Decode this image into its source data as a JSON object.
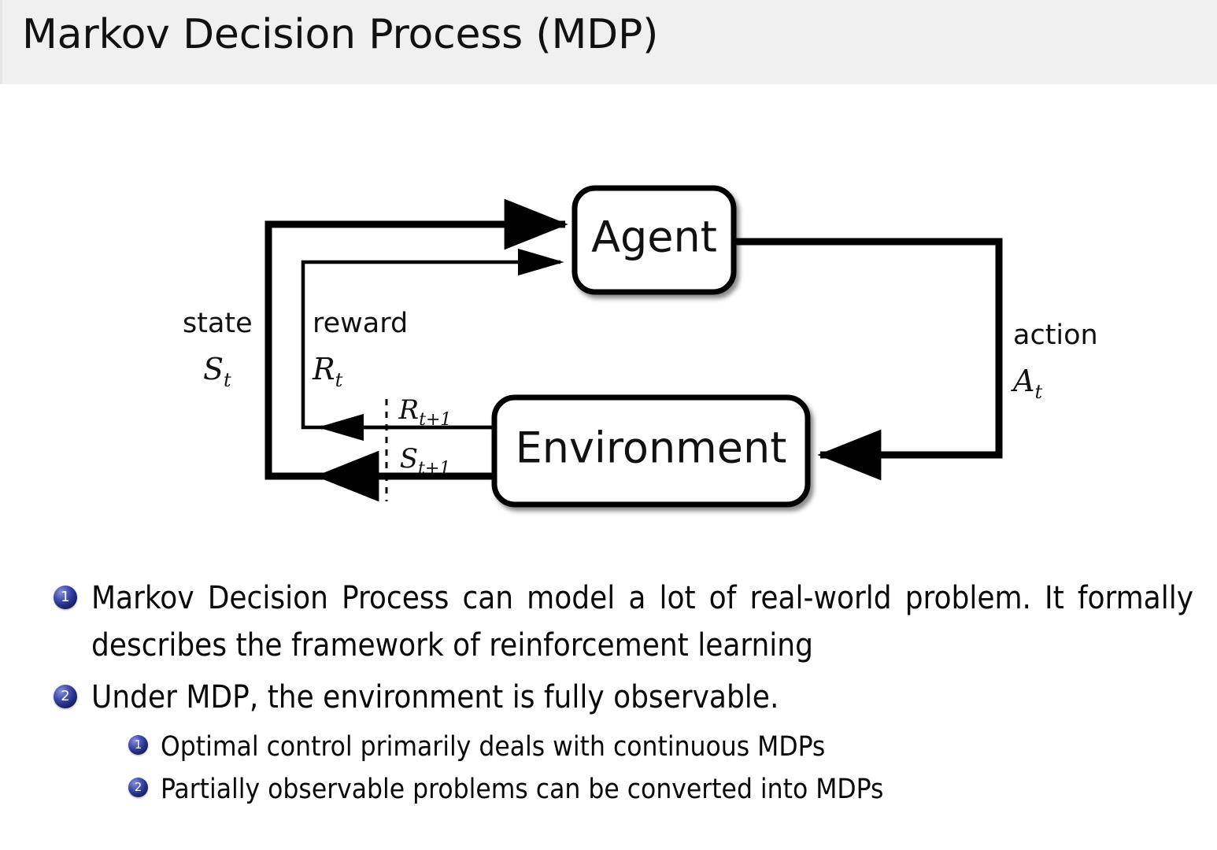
{
  "header": {
    "title": "Markov Decision Process (MDP)",
    "background_color": "#f0f0f0"
  },
  "diagram": {
    "name": "agent-environment-interaction-loop",
    "nodes": [
      {
        "id": "agent",
        "label": "Agent"
      },
      {
        "id": "environment",
        "label": "Environment"
      }
    ],
    "labels": {
      "state_word": "state",
      "state_symbol": "S",
      "state_sub": "t",
      "reward_word": "reward",
      "reward_symbol": "R",
      "reward_sub": "t",
      "action_word": "action",
      "action_symbol": "A",
      "action_sub": "t",
      "next_reward_symbol": "R",
      "next_reward_sub": "t+1",
      "next_state_symbol": "S",
      "next_state_sub": "t+1"
    },
    "edges": [
      {
        "from": "environment",
        "to": "agent",
        "label": "state S_t"
      },
      {
        "from": "environment",
        "to": "agent",
        "label": "reward R_t"
      },
      {
        "from": "agent",
        "to": "environment",
        "label": "action A_t"
      }
    ],
    "stroke_color": "#000000"
  },
  "bullets": {
    "marker_color": "#232f87",
    "items": [
      {
        "number": "1",
        "text": "Markov Decision Process can model a lot of real-world problem. It formally describes the framework of reinforcement learning",
        "level": 1
      },
      {
        "number": "2",
        "text": "Under MDP, the environment is fully observable.",
        "level": 1,
        "children": [
          {
            "number": "1",
            "text": "Optimal control primarily deals with continuous MDPs",
            "level": 2
          },
          {
            "number": "2",
            "text": "Partially observable problems can be converted into MDPs",
            "level": 2
          }
        ]
      }
    ]
  }
}
